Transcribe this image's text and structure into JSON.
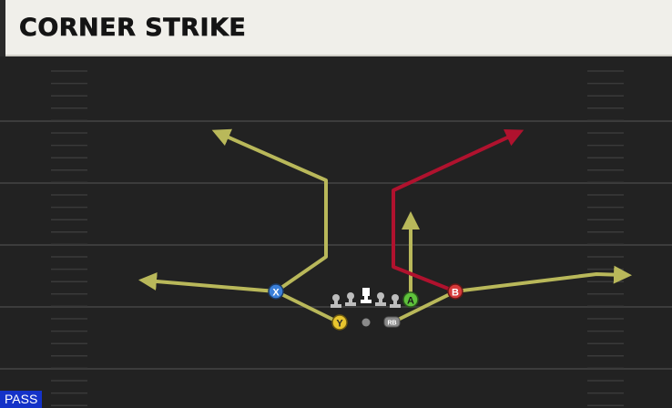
{
  "play": {
    "title": "CORNER STRIKE",
    "type": "PASS"
  },
  "colors": {
    "route_yellow": "#b9b85a",
    "route_red": "#b0122e",
    "x_receiver": "#3a7fd9",
    "y_receiver": "#e8c52f",
    "a_receiver": "#5fc23c",
    "b_receiver": "#d63a3a",
    "rb": "#8a8a8a",
    "lineman": "#bdbdbd",
    "field": "#222222",
    "yard_line": "#3a3a3a",
    "title_bg": "#f0efea",
    "play_type_bg": "#1432c8"
  },
  "players": [
    {
      "id": "X",
      "label": "X",
      "color": "#3a7fd9",
      "icon": "receiver-x-icon"
    },
    {
      "id": "Y",
      "label": "Y",
      "color": "#e8c52f",
      "icon": "receiver-y-icon"
    },
    {
      "id": "A",
      "label": "A",
      "color": "#5fc23c",
      "icon": "receiver-a-icon"
    },
    {
      "id": "B",
      "label": "B",
      "color": "#d63a3a",
      "icon": "receiver-b-icon"
    },
    {
      "id": "RB",
      "label": "RB",
      "color": "#8a8a8a",
      "icon": "running-back-icon"
    }
  ],
  "routes": [
    {
      "player": "X",
      "color": "#b9b85a"
    },
    {
      "player": "Y",
      "color": "#b9b85a"
    },
    {
      "player": "A",
      "color": "#b9b85a"
    },
    {
      "player": "B",
      "color": "#b0122e"
    },
    {
      "player": "RB",
      "color": "#b9b85a"
    }
  ]
}
